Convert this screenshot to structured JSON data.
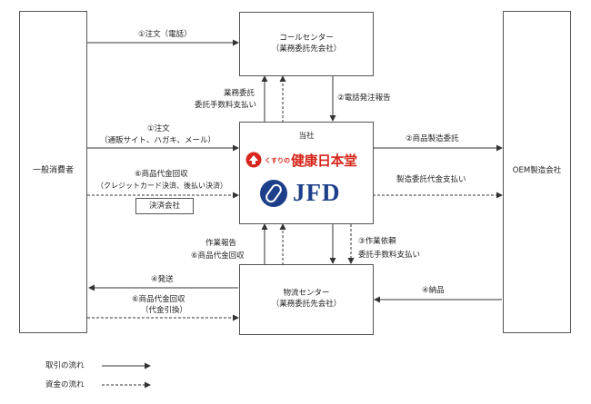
{
  "boxes": {
    "consumer": "一般消費者",
    "call_center": {
      "line1": "コールセンター",
      "line2": "（業務委託先会社）"
    },
    "company": "当社",
    "logistics": {
      "line1": "物流センター",
      "line2": "（業務委託先会社）"
    },
    "manufacturer": "OEM製造会社",
    "settlement": "決済会社"
  },
  "logos": {
    "kenko_small": "くすりの",
    "kenko_big": "健康日本堂",
    "jfd": "JFD"
  },
  "flows": {
    "order_phone": "①注文（電話）",
    "outsource_call": "業務委託",
    "fee_call": "委託手数料支払い",
    "phone_order_report": "②電話発注報告",
    "order_web_1": "①注文",
    "order_web_2": "（通販サイト、ハガキ、メール）",
    "collect_1": "⑥商品代金回収",
    "collect_2": "（クレジットカード決済、後払い決済）",
    "mfg_request": "②商品製造委託",
    "mfg_fee": "製造委託代金支払い",
    "work_report": "作業報告",
    "collect_logistics": "⑥商品代金回収",
    "work_request": "③作業依頼",
    "fee_logistics": "委託手数料支払い",
    "ship": "④発送",
    "delivery": "④納品",
    "collect_cod_1": "⑥商品代金回収",
    "collect_cod_2": "（代金引換）"
  },
  "legend": {
    "trade_flow": "取引の流れ",
    "money_flow": "資金の流れ"
  },
  "colors": {
    "line": "#333333",
    "kenko_red": "#d7271d",
    "jfd_blue": "#1d3f8a"
  }
}
